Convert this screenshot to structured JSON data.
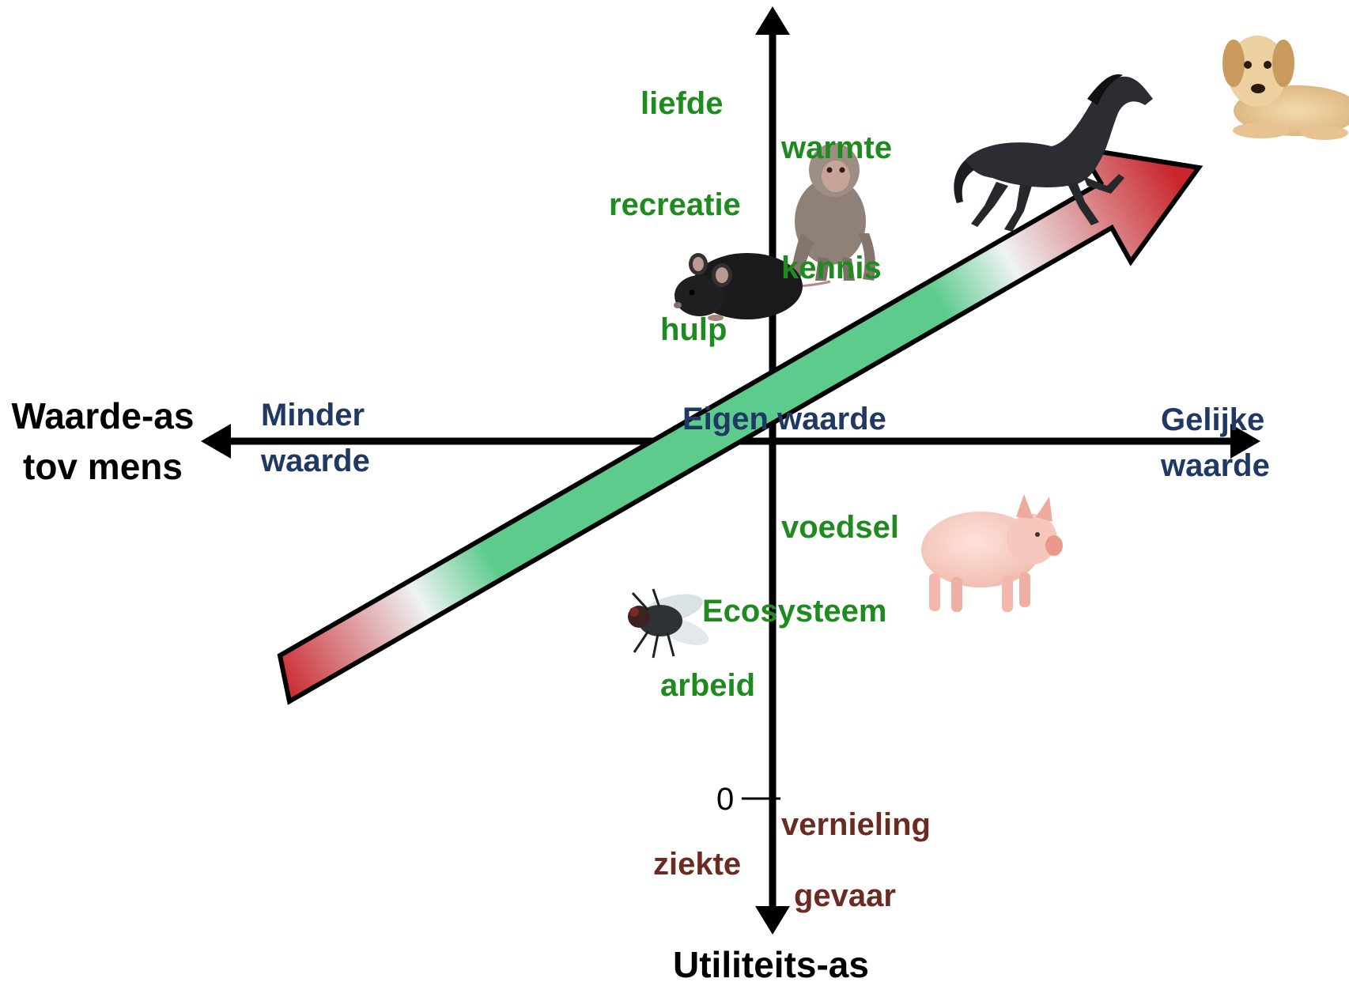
{
  "axes": {
    "value_axis": {
      "title_line1": "Waarde-as",
      "title_line2": "tov mens",
      "left_line1": "Minder",
      "left_line2": "waarde",
      "center": "Eigen waarde",
      "right_line1": "Gelijke",
      "right_line2": "waarde"
    },
    "utility_axis": {
      "title": "Utiliteits-as",
      "zero": "0"
    }
  },
  "positive_utilities": [
    "liefde",
    "warmte",
    "recreatie",
    "kennis",
    "hulp",
    "voedsel",
    "Ecosysteem",
    "arbeid"
  ],
  "negative_utilities": [
    "vernieling",
    "ziekte",
    "gevaar"
  ],
  "animals": [
    "dog-icon",
    "horse-icon",
    "monkey-icon",
    "mouse-icon",
    "pig-icon",
    "fly-icon"
  ],
  "colors": {
    "axis": "#000000",
    "positive_label": "#1f8a1f",
    "negative_label": "#6b2a22",
    "axis_label": "#1f3864",
    "arrow_red": "#c9272d",
    "arrow_green": "#5ccb8c",
    "arrow_light": "#eef3f4"
  }
}
